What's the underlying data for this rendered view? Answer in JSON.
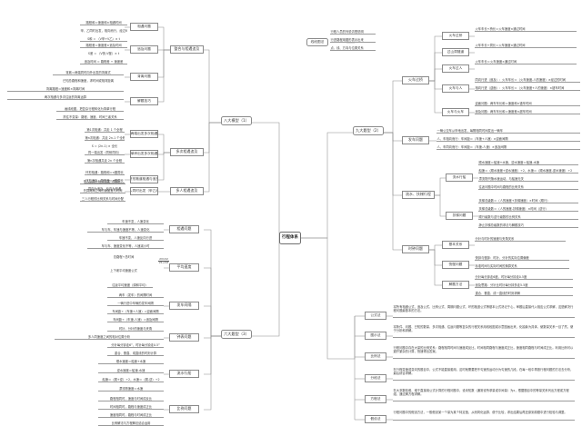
{
  "title": "行程体系思维导图",
  "center": {
    "label": "行程体系"
  },
  "branches": {
    "left": {
      "label": "八大模型（1）"
    },
    "right_top": {
      "label": "九大题型（2）"
    },
    "left_bottom": {
      "label": "六大题型（3）"
    }
  },
  "left_groups": [
    {
      "id": "g1",
      "label": "整合与相遇追及",
      "children": [
        {
          "label": "相遇问题",
          "notes": [
            "路程和＝速度和×相遇时间",
            "甲、乙同时出发，相向而行，经过t时间相遇",
            "S和 = （V甲+V乙）× t"
          ]
        },
        {
          "label": "追及问题",
          "notes": [
            "路程差＝速度差×追及时间",
            "S差 = （V快-V慢）× t",
            "追及时间 = 路程差 ÷ 速度差"
          ]
        },
        {
          "label": "背离问题",
          "notes": [
            "背离＝两端同时向外出发的背离式",
            "已知总路程和速度，求时间或相背距离",
            "背离路程＝速度和×背离时间",
            "两次相遇与多次往返的背离运算"
          ]
        },
        {
          "label": "解题技巧",
          "notes": [
            "画线段图，把复杂行程转化为简单行程",
            "抓住不变量：路程、速度、时间三者关系"
          ]
        }
      ]
    },
    {
      "id": "g2",
      "label": "多次相遇追及",
      "children": [
        {
          "label": "两端出发多次相遇",
          "notes": [
            "第1次相遇：共走 1 个全程",
            "第n次相遇：共走 2n-1 个全程",
            "S = (2n-1) × 全长"
          ]
        },
        {
          "label": "单岸出发多次相遇",
          "notes": [
            "同一端出发（同侧同向）",
            "第n次相遇共走 2n 个全程"
          ]
        },
        {
          "label": "环形跑道相遇与追及",
          "notes": [
            "环形相遇：路程和＝n圈周长",
            "环形追及：路程差＝n圈周长",
            "同向为追及，反向为相遇"
          ]
        }
      ]
    },
    {
      "id": "g3",
      "label": "多人相遇追及",
      "children": [
        {
          "label": "多人同时出发（甲乙丙）",
          "notes": [
            "多人从同一地点出发（同向）",
            "先算两两之间的速度差与时间",
            "三人行程的比例关系与时间分配"
          ]
        }
      ]
    }
  ],
  "left_bottom_groups": [
    {
      "label": "相遇问题",
      "notes": [
        "车速不变，人速变化",
        "车与车、车速与速度不等，人速变化",
        "车速不变，人速反向行进",
        "车与车、速度变化不等，人速减小时"
      ]
    },
    {
      "label": "平均速度",
      "notes": [
        "总路程÷总时间",
        "上下坡平均速度公式",
        "往返平均速度（调和平均）",
        "V平 = 2V1V2 / (V1+V2)"
      ]
    },
    {
      "label": "发车间隔",
      "notes": [
        "两车（发车）的间隔时间",
        "一辆行进中车辆的发车间隔",
        "车间距÷（车速+人速）=迎面间隔",
        "车间距÷（车速-人速）=追及间隔"
      ]
    },
    {
      "label": "钟表问题",
      "notes": [
        "时针、分针的速度与夹角",
        "多人同速度之间的相对位置分析",
        "分针每分钟走6°，时针每分钟走0.5°",
        "重合、垂直、成直线的时刻计算"
      ]
    },
    {
      "label": "流水行船",
      "notes": [
        "顺水速度＝船速+水速",
        "逆水速度＝船速-水速",
        "船速＝（顺+逆）÷2，水速＝（顺-逆）÷2",
        "漂流物速度＝水速"
      ]
    },
    {
      "label": "比例问题",
      "notes": [
        "路程相同时，速度与时间成反比",
        "时间相同时，路程与速度成正比",
        "速度相同时，路程与时间成正比",
        "比例解法与方程解法结合运用"
      ]
    }
  ],
  "right_groups": [
    {
      "label": "火车过桥",
      "children": [
        {
          "label": "火车过桥",
          "note": "火车车长+桥长＝火车速度×通过时间"
        },
        {
          "label": "过山洞隧道",
          "note": "火车车长+洞长＝火车速度×通过时间"
        },
        {
          "label": "火车过人",
          "note": "火车车长＝火车速度×通过时间"
        },
        {
          "label": "火车与人",
          "notes": [
            "同向行进（追及）：火车车长＝（火车速度-人的速度）×经过的时间",
            "相向行进（迎面）：火车车长＝（火车速度+人的速度）×错车时间"
          ]
        },
        {
          "label": "火车与火车",
          "notes": [
            "迎面问题：两车车长和＝速度和×错车时间",
            "追及问题：两车车长和＝速度差×超车时间"
          ]
        }
      ]
    },
    {
      "label": "发车问题",
      "children": [
        {
          "notes": [
            "一辆公交车从甲地出发，每隔相同时间发出一辆车",
            "人、车相向而行：车间距＝（车速+人速）×迎面间隔",
            "人、车同向而行：车间距＝（车速-人速）×追及间隔"
          ]
        }
      ]
    },
    {
      "label": "流水、扶梯行程",
      "children": [
        {
          "label": "流水行船",
          "notes": [
            "顺水速度＝船速+水速，逆水速度＝船速-水速",
            "船速＝（顺水速度+逆水速度）÷2，水速＝（顺水速度-逆水速度）÷2",
            "漂流物只随水速运动，与船速无关",
            "往返问题中时间与路程的比例关系"
          ]
        },
        {
          "label": "扶梯问题",
          "notes": [
            "扶梯总级数＝（人的速度+扶梯速度）×时间（顺行）",
            "扶梯总级数＝（人的速度-扶梯速度）×时间（逆行）",
            "顺行级数与逆行级数的比例关系",
            "静止扶梯总级数的求法与解题技巧"
          ]
        }
      ]
    },
    {
      "label": "时钟问题",
      "children": [
        {
          "label": "基本关系",
          "notes": [
            "分针与时针的速度与夹角关系"
          ]
        },
        {
          "label": "快慢问题",
          "notes": [
            "快钟与慢钟：时针、分针的实际位置偏差",
            "标准时间与实际时间的换算关系"
          ]
        },
        {
          "label": "解题方法",
          "notes": [
            "分针每分钟走6度，时针每分钟走0.5度",
            "追及思路：分针比时针每分钟多走5.5度",
            "重合、垂直、成一直线的时刻求解"
          ]
        }
      ]
    }
  ],
  "methods": [
    {
      "label": "公式法",
      "text": "将所有相遇公式、追及公式、比例公式、周期问题公式、环形跑道公式等基本公式熟记于心，审题后直接代入相应公式求解，这是解决行程问题最基本的方法。"
    },
    {
      "label": "图示法",
      "text": "将条件、问题、已知的数量、多次相遇、往返问题等复杂的行程关系用线段图或示意图画出来，化抽象为具体，使数量关系一目了然，便于分析和求解。"
    },
    {
      "label": "比例法",
      "text": "行程问题中存在大量的比例关系：路程相同时间与速度成反比，时间相同路程与速度成正比，速度相同路程与时间成正比。利用比例可以避开繁杂的计算，快速得出答案。"
    },
    {
      "label": "分段法",
      "text": "在行程变速或变向的题目中，公式不能直接套用，这时就需要把不匀速的运动分为匀速的几段，在每一段中再按行程问题的方法去分析，最后综合求解。"
    },
    {
      "label": "方程法",
      "text": "在大多数较难、难于直接用公式计算的行程问题中，设未知数（通常设所求量或中间量）为x，根据题目中的等量关系列出方程或方程组，通过解方程求解。"
    },
    {
      "label": "假设法",
      "text": "行程问题中的假设方法，一般假设某一个量为某个特定值，从而简化运算、便于比较，求出结果后再还原到原题中进行检验与调整。"
    }
  ],
  "top_left_block": {
    "label": "线段图法",
    "notes": [
      "行程人员的列说清楚说明",
      "行进路程用图形表示出来",
      "点、线、方向与位置关系"
    ]
  }
}
